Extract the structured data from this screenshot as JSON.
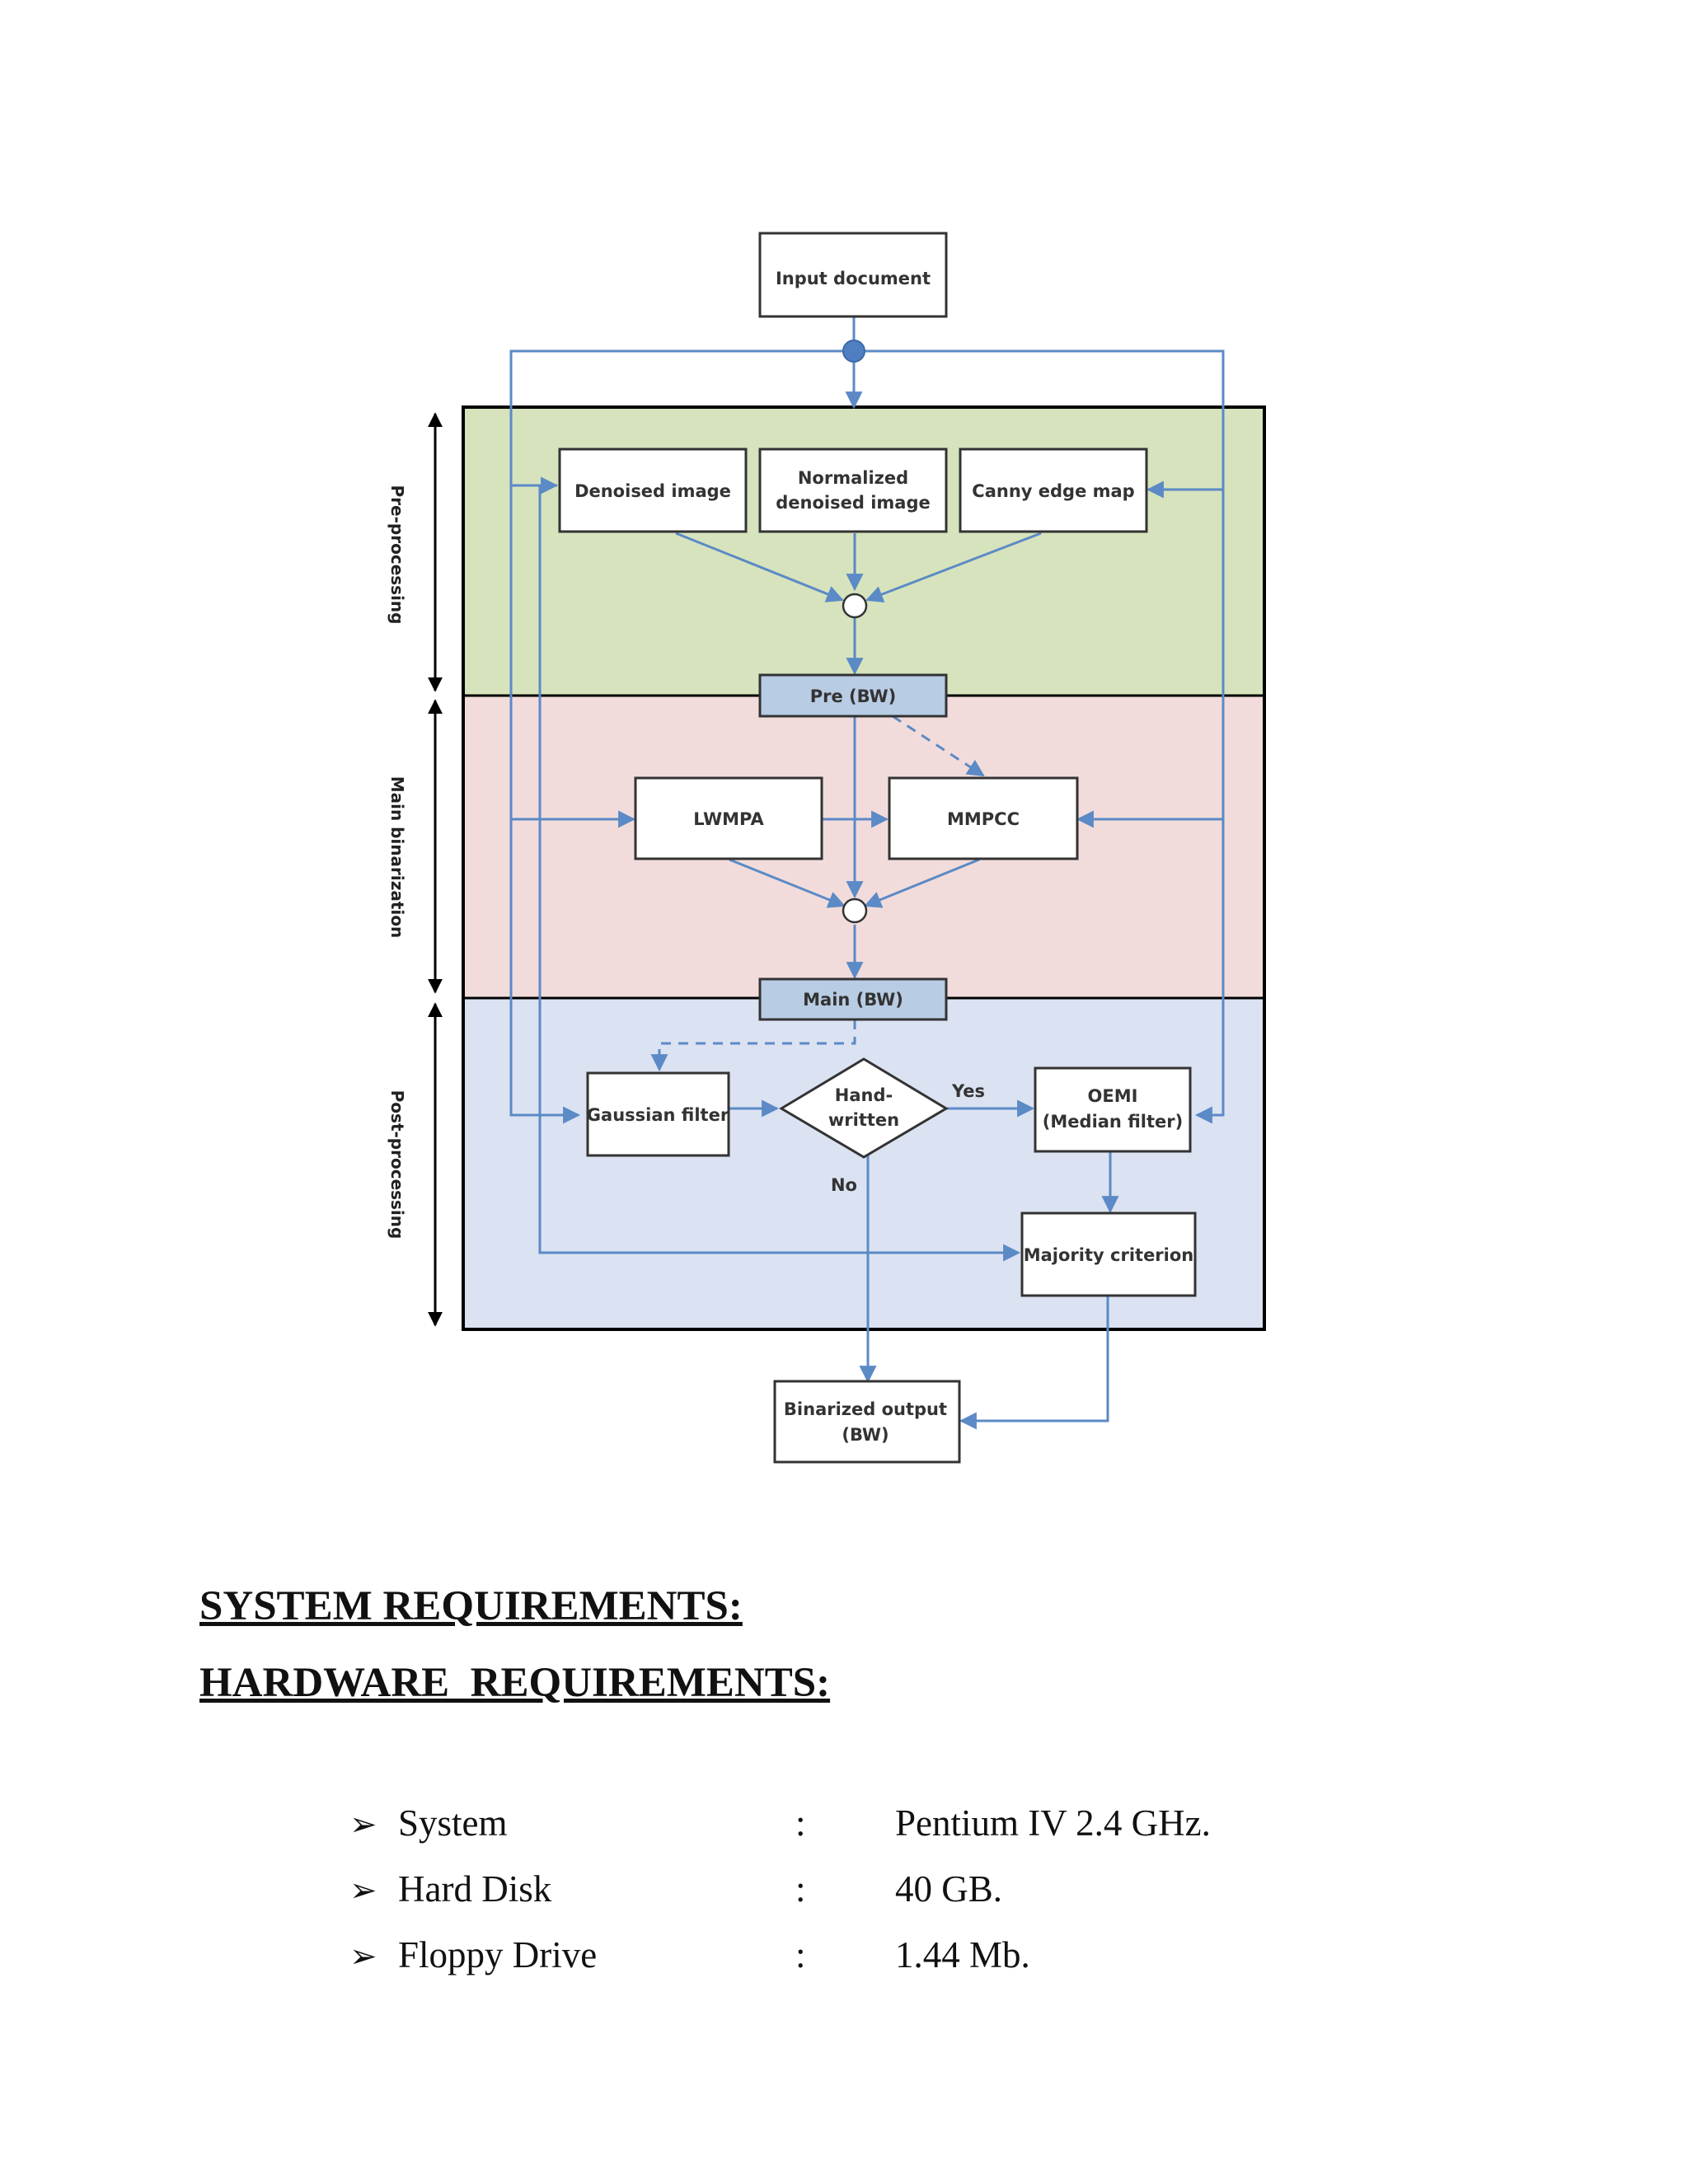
{
  "diagram": {
    "phases": {
      "pre": "Pre-processing",
      "main": "Main binarization",
      "post": "Post-processing"
    },
    "nodes": {
      "input": "Input document",
      "denoised": "Denoised image",
      "normalized_1": "Normalized",
      "normalized_2": "denoised image",
      "canny": "Canny edge map",
      "pre_bw": "Pre (BW)",
      "lwmpa": "LWMPA",
      "mmpcc": "MMPCC",
      "main_bw": "Main (BW)",
      "gaussian": "Gaussian filter",
      "handwritten_1": "Hand-",
      "handwritten_2": "written",
      "oemi_1": "OEMI",
      "oemi_2": "(Median filter)",
      "majority": "Majority criterion",
      "output_1": "Binarized output",
      "output_2": "(BW)"
    },
    "edge_labels": {
      "yes": "Yes",
      "no": "No"
    },
    "colors": {
      "pre_band": "#d6e3bd",
      "main_band": "#f2dcdb",
      "post_band": "#dbe2f1",
      "arrow": "#5b8ac6",
      "bw_box": "#b8cce4"
    }
  },
  "document": {
    "heading_system": "SYSTEM REQUIREMENTS:",
    "heading_hardware": "HARDWARE  REQUIREMENTS:",
    "hardware_rows": [
      {
        "bullet": "➢",
        "name": "System",
        "colon": ":",
        "value": "Pentium IV 2.4 GHz."
      },
      {
        "bullet": "➢",
        "name": "Hard Disk",
        "colon": ":",
        "value": "40 GB."
      },
      {
        "bullet": "➢",
        "name": "Floppy Drive",
        "colon": ":",
        "value": "1.44 Mb."
      }
    ]
  }
}
